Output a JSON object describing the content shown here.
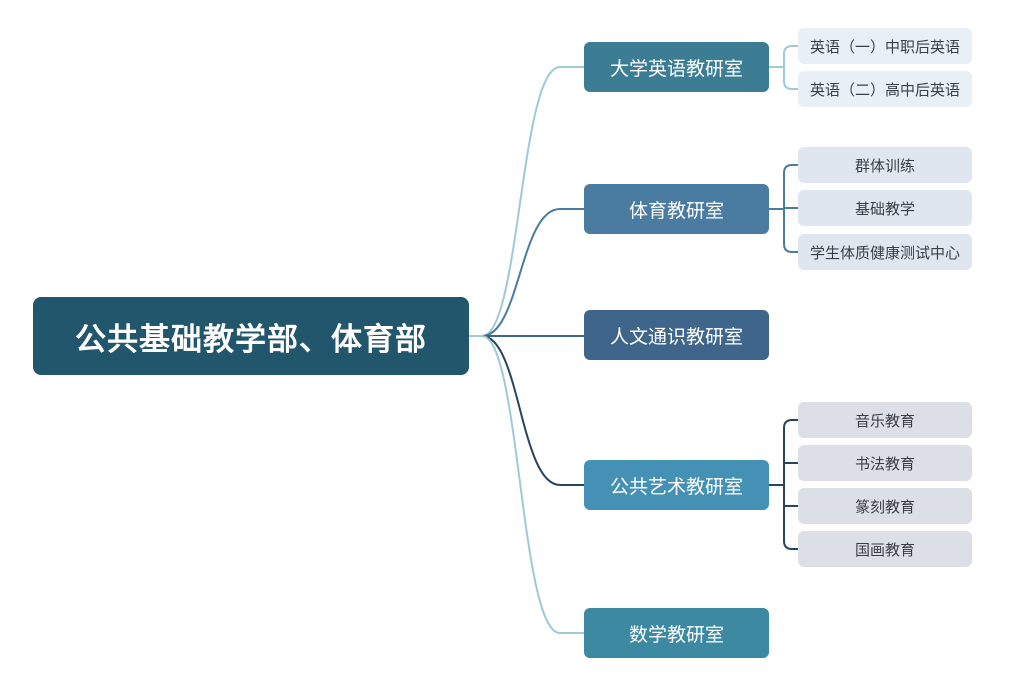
{
  "root": {
    "label": "公共基础教学部、体育部"
  },
  "branches": [
    {
      "label": "大学英语教研室",
      "color": "#3c7d94",
      "children": [
        "英语（一）中职后英语",
        "英语（二）高中后英语"
      ]
    },
    {
      "label": "体育教研室",
      "color": "#4a7ba0",
      "children": [
        "群体训练",
        "基础教学",
        "学生体质健康测试中心"
      ]
    },
    {
      "label": "人文通识教研室",
      "color": "#3f668a",
      "children": []
    },
    {
      "label": "公共艺术教研室",
      "color": "#4591b5",
      "children": [
        "音乐教育",
        "书法教育",
        "篆刻教育",
        "国画教育"
      ]
    },
    {
      "label": "数学教研室",
      "color": "#3d89a1",
      "children": []
    }
  ],
  "connector_colors": {
    "english": "#9ecad6",
    "pe": "#4a7ba0",
    "humanities": "#3f668a",
    "art": "#27445e",
    "math": "#9ecad6"
  }
}
